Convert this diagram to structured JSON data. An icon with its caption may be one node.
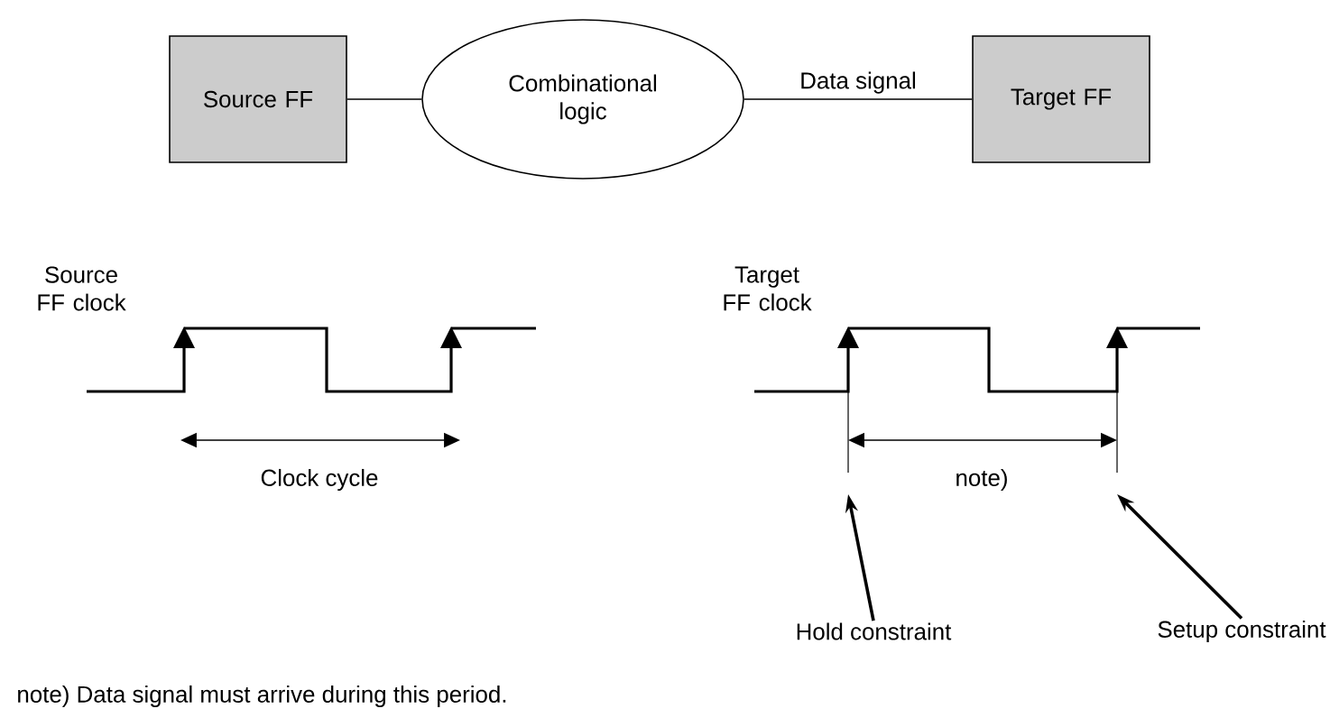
{
  "diagram": {
    "nodes": [
      {
        "text": [
          "Source FF"
        ]
      },
      {
        "text": [
          "Combinational logic"
        ]
      },
      {
        "text": [
          "Target FF"
        ]
      },
      {
        "text": [
          "Hold constraint"
        ]
      },
      {
        "text": [
          "Setup constraint"
        ]
      }
    ],
    "edges": [
      {
        "from": 0,
        "to": 1,
        "arrow": "none"
      },
      {
        "from": 1,
        "to": 2,
        "arrow": "none",
        "label": "Data signal"
      },
      {
        "from": 3,
        "to": null,
        "arrow": "to"
      },
      {
        "from": 4,
        "to": null,
        "arrow": "to"
      }
    ],
    "labels": [
      "Source FF clock",
      "Target FF clock",
      "Clock cycle",
      "note)",
      "note)  Data signal must arrive during this period."
    ]
  }
}
